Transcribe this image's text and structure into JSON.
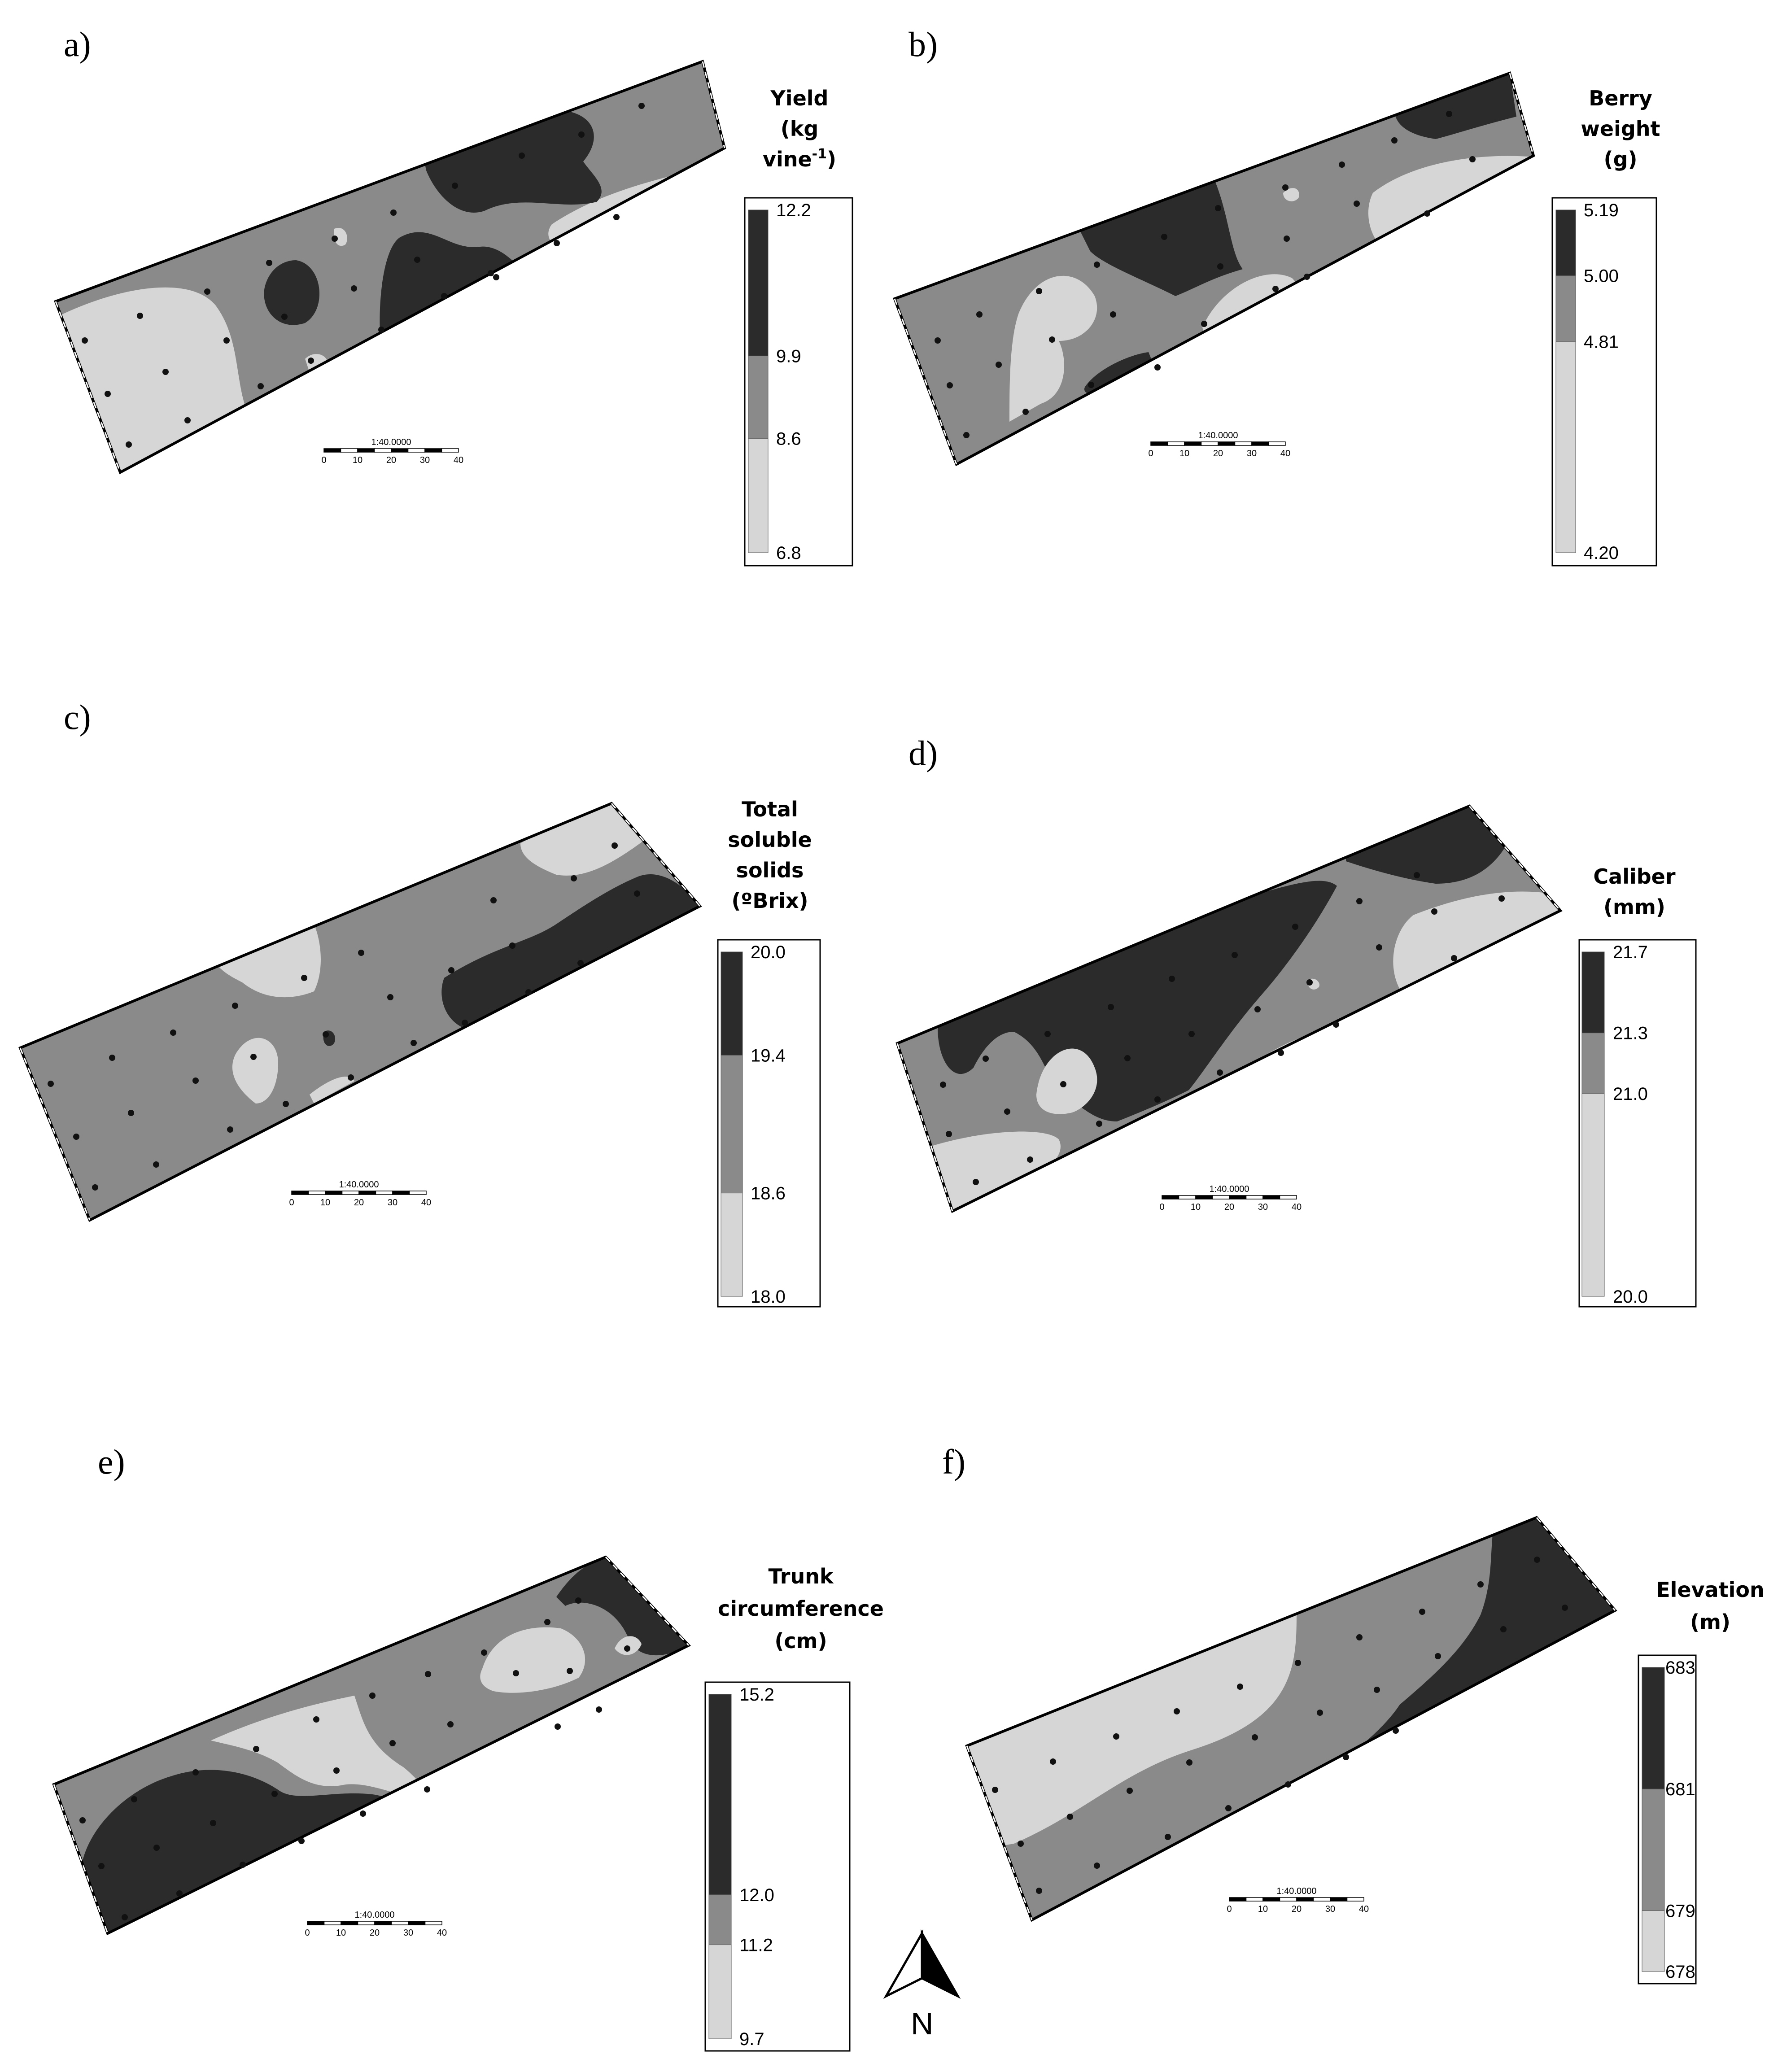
{
  "colors": {
    "dark": "#2b2b2b",
    "mid": "#8a8a8a",
    "light": "#d6d6d6",
    "sample_point": "#111111"
  },
  "scale_bar": {
    "label": "1:40.0000",
    "ticks": [
      "0",
      "10",
      "20",
      "30",
      "40"
    ]
  },
  "north_arrow": {
    "label": "N"
  },
  "panels": [
    {
      "label": "a)",
      "title_lines": [
        "Yield",
        "(kg",
        "vine-1)"
      ],
      "legend_ticks": [
        "12.2",
        "9.9",
        "8.6",
        "6.8"
      ],
      "classes": [
        {
          "from": 9.9,
          "to": 12.2,
          "shade": "dark"
        },
        {
          "from": 8.6,
          "to": 9.9,
          "shade": "mid"
        },
        {
          "from": 6.8,
          "to": 8.6,
          "shade": "light"
        }
      ]
    },
    {
      "label": "b)",
      "title_lines": [
        "Berry",
        "weight",
        "(g)"
      ],
      "legend_ticks": [
        "5.19",
        "5.00",
        "4.81",
        "4.20"
      ],
      "classes": [
        {
          "from": 5.0,
          "to": 5.19,
          "shade": "dark"
        },
        {
          "from": 4.81,
          "to": 5.0,
          "shade": "mid"
        },
        {
          "from": 4.2,
          "to": 4.81,
          "shade": "light"
        }
      ]
    },
    {
      "label": "c)",
      "title_lines": [
        "Total",
        "soluble",
        "solids",
        "(ºBrix)"
      ],
      "legend_ticks": [
        "20.0",
        "19.4",
        "18.6",
        "18.0"
      ],
      "classes": [
        {
          "from": 19.4,
          "to": 20.0,
          "shade": "dark"
        },
        {
          "from": 18.6,
          "to": 19.4,
          "shade": "mid"
        },
        {
          "from": 18.0,
          "to": 18.6,
          "shade": "light"
        }
      ]
    },
    {
      "label": "d)",
      "title_lines": [
        "Caliber",
        "(mm)"
      ],
      "legend_ticks": [
        "21.7",
        "21.3",
        "21.0",
        "20.0"
      ],
      "classes": [
        {
          "from": 21.3,
          "to": 21.7,
          "shade": "dark"
        },
        {
          "from": 21.0,
          "to": 21.3,
          "shade": "mid"
        },
        {
          "from": 20.0,
          "to": 21.0,
          "shade": "light"
        }
      ]
    },
    {
      "label": "e)",
      "title_lines": [
        "Trunk",
        "circumference",
        "(cm)"
      ],
      "legend_ticks": [
        "15.2",
        "12.0",
        "11.2",
        "9.7"
      ],
      "classes": [
        {
          "from": 12.0,
          "to": 15.2,
          "shade": "dark"
        },
        {
          "from": 11.2,
          "to": 12.0,
          "shade": "mid"
        },
        {
          "from": 9.7,
          "to": 11.2,
          "shade": "light"
        }
      ]
    },
    {
      "label": "f)",
      "title_lines": [
        "Elevation",
        "(m)"
      ],
      "legend_ticks": [
        "683",
        "681",
        "679",
        "678"
      ],
      "classes": [
        {
          "from": 681,
          "to": 683,
          "shade": "dark"
        },
        {
          "from": 679,
          "to": 681,
          "shade": "mid"
        },
        {
          "from": 678,
          "to": 679,
          "shade": "light"
        }
      ]
    }
  ]
}
